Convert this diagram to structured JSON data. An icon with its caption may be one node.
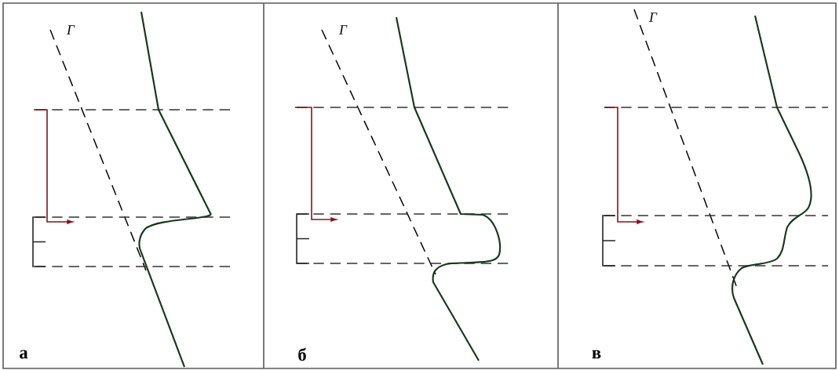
{
  "diagram": {
    "labels": [
      "Г",
      "Г",
      "Г",
      "а",
      "б",
      "в"
    ]
  }
}
